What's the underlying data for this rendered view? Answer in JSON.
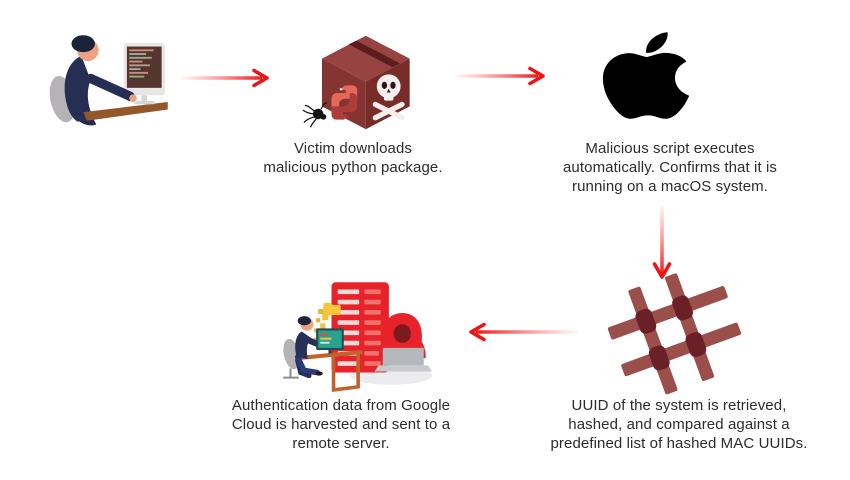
{
  "diagram": {
    "kind": "malware-attack-flow",
    "background_color": "#ffffff",
    "captions": {
      "download": "Victim downloads\nmalicious python package.",
      "execute": "Malicious script executes\nautomatically. Confirms that it is\nrunning on a macOS system.",
      "uuid": "UUID of the system is retrieved,\nhashed, and compared against a\npredefined list of hashed MAC UUIDs.",
      "exfiltrate": "Authentication data from Google\nCloud is harvested and sent to a\nremote server."
    },
    "icons": {
      "step1": "person-at-computer-illustration",
      "step2": "malicious-python-package-icon",
      "step3": "apple-logo-icon",
      "step4": "hash-icon",
      "step5": "hacker-data-harvest-illustration"
    },
    "arrows": [
      {
        "name": "arrow-victim-to-package",
        "direction": "right"
      },
      {
        "name": "arrow-package-to-macos",
        "direction": "right"
      },
      {
        "name": "arrow-macos-to-hash",
        "direction": "down"
      },
      {
        "name": "arrow-hash-to-exfiltration",
        "direction": "left"
      }
    ],
    "colors": {
      "arrow_red": "#ee1414",
      "package_maroon_left": "#853531",
      "package_maroon_right": "#772c2a",
      "package_maroon_top": "#964341",
      "package_tape": "#5c1c1c",
      "hash_bar": "#9b4f4b",
      "hash_joint": "#6b1f26",
      "apple_black": "#000000",
      "server_red": "#e8222b",
      "hoodie_red": "#e8222b",
      "folder_yellow": "#f2c23d",
      "laptop_gray": "#b7babb",
      "desk_orange": "#c2622b",
      "person_navy": "#262e54",
      "text_dark": "#2c2c2c"
    }
  }
}
